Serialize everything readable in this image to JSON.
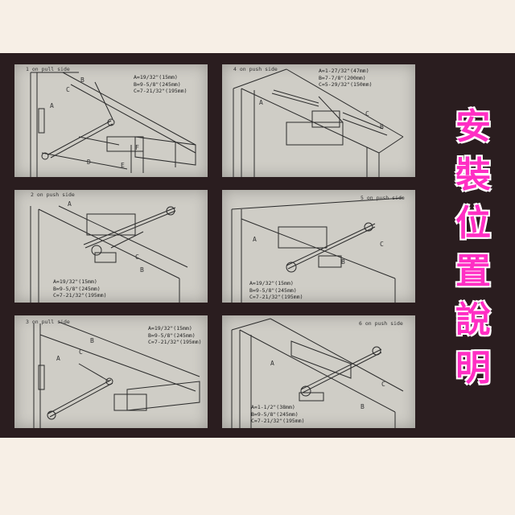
{
  "title_chars": [
    "安",
    "裝",
    "位",
    "置",
    "說",
    "明"
  ],
  "panels": [
    {
      "caption": "1 on pull side",
      "spec": [
        "A=19/32\"(15mm)",
        "B=9-5/8\"(245mm)",
        "C=7-21/32\"(195mm)"
      ],
      "letters": [
        "A",
        "B",
        "C",
        "D",
        "E",
        "F"
      ]
    },
    {
      "caption": "4 on push side",
      "spec": [
        "A=1-27/32\"(47mm)",
        "B=7-7/8\"(200mm)",
        "C=5-29/32\"(150mm)"
      ],
      "letters": [
        "A",
        "B",
        "C"
      ]
    },
    {
      "caption": "2 on push side",
      "spec": [
        "A=19/32\"(15mm)",
        "B=9-5/8\"(245mm)",
        "C=7-21/32\"(195mm)"
      ],
      "letters": [
        "A",
        "B",
        "C"
      ]
    },
    {
      "caption": "5 on push side",
      "spec": [
        "A=19/32\"(15mm)",
        "B=9-5/8\"(245mm)",
        "C=7-21/32\"(195mm)"
      ],
      "letters": [
        "A",
        "B",
        "C"
      ]
    },
    {
      "caption": "3 on pull side",
      "spec": [
        "A=19/32\"(15mm)",
        "B=9-5/8\"(245mm)",
        "C=7-21/32\"(195mm)"
      ],
      "letters": [
        "A",
        "B",
        "C"
      ]
    },
    {
      "caption": "6 on push side",
      "spec": [
        "A=1-1/2\"(38mm)",
        "B=9-5/8\"(245mm)",
        "C=7-21/32\"(195mm)"
      ],
      "letters": [
        "A",
        "B",
        "C"
      ]
    }
  ]
}
